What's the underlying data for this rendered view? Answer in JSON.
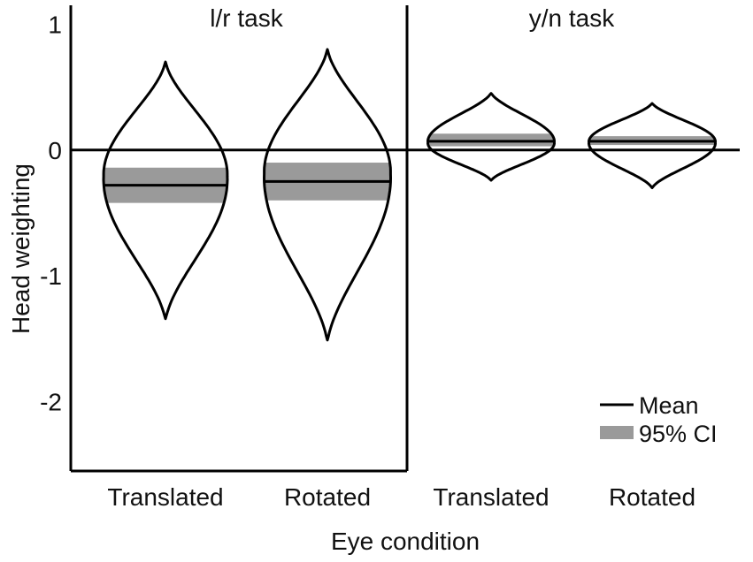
{
  "chart_data": {
    "type": "violin",
    "ylabel": "Head weighting",
    "xlabel": "Eye condition",
    "ylim": [
      -2.55,
      1.15
    ],
    "yticks": [
      1,
      0,
      -1,
      -2
    ],
    "ytick_labels": [
      "1",
      "0",
      "-1",
      "-2"
    ],
    "zero_line": true,
    "legend": {
      "placement": "bottom-right",
      "items": [
        {
          "label": "Mean",
          "kind": "line",
          "color": "#000000"
        },
        {
          "label": "95% CI",
          "kind": "bar",
          "color": "#9a9a9a"
        }
      ]
    },
    "colors": {
      "mean": "#000000",
      "ci": "#9a9a9a",
      "outline": "#000000"
    },
    "panels": [
      {
        "title": "l/r task",
        "groups": [
          {
            "label": "Translated",
            "mean": -0.28,
            "ci": [
              -0.42,
              -0.14
            ],
            "min": -1.34,
            "max": 0.7,
            "mode": -0.21,
            "width_at_mode": 0.92,
            "upper_neck": 0.24,
            "lower_neck": 0.36
          },
          {
            "label": "Rotated",
            "mean": -0.25,
            "ci": [
              -0.4,
              -0.1
            ],
            "min": -1.51,
            "max": 0.8,
            "mode": -0.19,
            "width_at_mode": 0.94,
            "upper_neck": 0.24,
            "lower_neck": 0.38
          }
        ]
      },
      {
        "title": "y/n task",
        "groups": [
          {
            "label": "Translated",
            "mean": 0.07,
            "ci": [
              0.03,
              0.13
            ],
            "min": -0.24,
            "max": 0.45,
            "mode": 0.06,
            "width_at_mode": 0.94,
            "upper_neck": 0.38,
            "lower_neck": 0.34
          },
          {
            "label": "Rotated",
            "mean": 0.07,
            "ci": [
              0.04,
              0.11
            ],
            "min": -0.3,
            "max": 0.37,
            "mode": 0.06,
            "width_at_mode": 0.94,
            "upper_neck": 0.36,
            "lower_neck": 0.28
          }
        ]
      }
    ]
  }
}
